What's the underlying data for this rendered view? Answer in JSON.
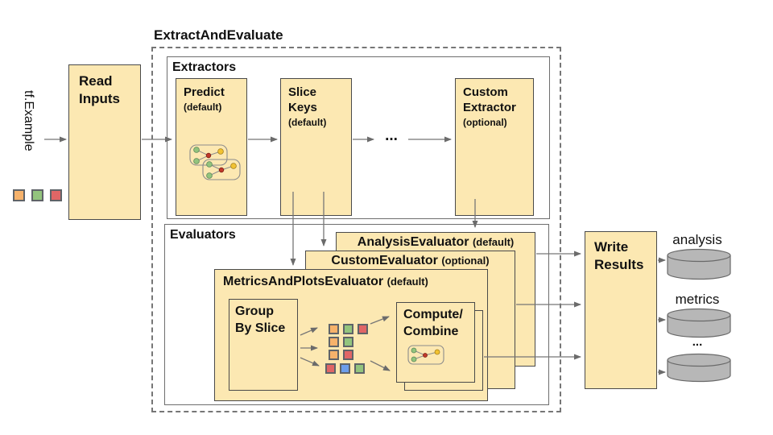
{
  "title": "ExtractAndEvaluate",
  "input_label": "tf.Example",
  "read_inputs": "Read\nInputs",
  "extractors": {
    "label": "Extractors",
    "items": [
      {
        "name": "Predict",
        "qual": "(default)"
      },
      {
        "name": "Slice\nKeys",
        "qual": "(default)"
      },
      {
        "name": "Custom\nExtractor",
        "qual": "(optional)"
      }
    ],
    "ellipsis": "..."
  },
  "evaluators": {
    "label": "Evaluators",
    "stack": [
      {
        "name": "AnalysisEvaluator",
        "qual": "(default)"
      },
      {
        "name": "CustomEvaluator",
        "qual": "(optional)"
      },
      {
        "name": "MetricsAndPlotsEvaluator",
        "qual": "(default)"
      }
    ],
    "group_by_slice": "Group\nBy Slice",
    "compute_combine": "Compute/\nCombine"
  },
  "write_results": "Write\nResults",
  "outputs": [
    "analysis",
    "metrics",
    "..."
  ],
  "input_squares": [
    "orange",
    "green",
    "red",
    "blue"
  ],
  "slice_grid": [
    [
      "orange",
      "green",
      "red"
    ],
    [
      "orange",
      "green"
    ],
    [
      "orange",
      "red"
    ],
    [
      "red",
      "blue",
      "green"
    ]
  ],
  "colors": {
    "box_fill": "#FCE8B2",
    "orange": "#F6B26B",
    "green": "#93C47D",
    "red": "#E06666",
    "blue": "#6D9EEB",
    "cylinder_fill": "#B7B7B7",
    "arrow": "#6B6B6B"
  }
}
